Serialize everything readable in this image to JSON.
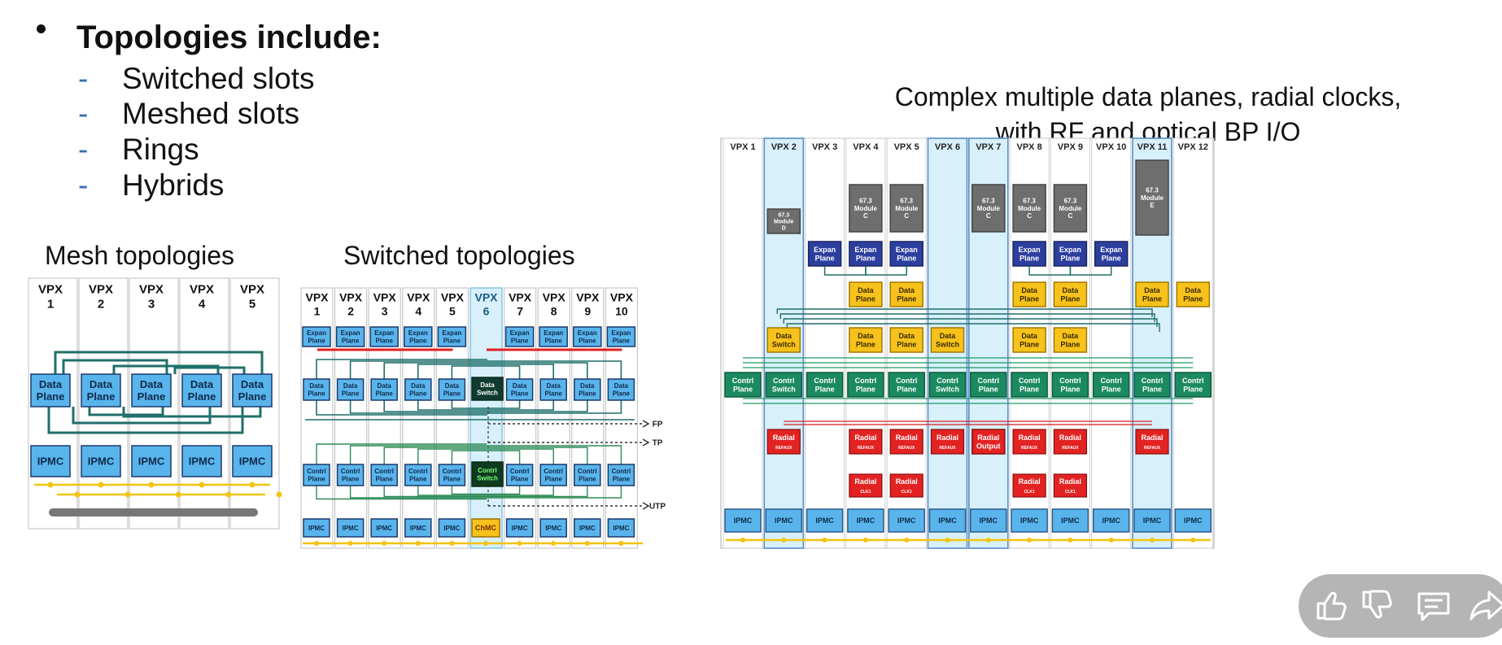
{
  "heading": "Topologies include:",
  "list": [
    {
      "dash": "-",
      "label": "Switched slots"
    },
    {
      "dash": "-",
      "label": "Meshed slots"
    },
    {
      "dash": "-",
      "label": "Rings"
    },
    {
      "dash": "-",
      "label": "Hybrids"
    }
  ],
  "mesh": {
    "title": "Mesh  topologies",
    "slots": [
      "VPX\n1",
      "VPX\n2",
      "VPX\n3",
      "VPX\n4",
      "VPX\n5"
    ],
    "data_label": "Data\nPlane",
    "ipmc_label": "IPMC"
  },
  "switched": {
    "title": "Switched  topologies",
    "slots": [
      "VPX\n1",
      "VPX\n2",
      "VPX\n3",
      "VPX\n4",
      "VPX\n5",
      "VPX\n6",
      "VPX\n7",
      "VPX\n8",
      "VPX\n9",
      "VPX\n10"
    ],
    "expan_label": "Expan\nPlane",
    "data_label": "Data\nPlane",
    "data_switch_label": "Data\nSwitch",
    "contrl_label": "Contrl\nPlane",
    "contrl_switch_label": "Contrl\nSwitch",
    "ipmc_label": "IPMC",
    "chmc_label": "ChMC",
    "io_labels": [
      "FP",
      "TP",
      "UTP"
    ]
  },
  "complex": {
    "title_line1": "Complex multiple data planes, radial clocks,",
    "title_line2": "with RF and optical BP I/O",
    "slots": [
      "VPX 1",
      "VPX 2",
      "VPX 3",
      "VPX 4",
      "VPX 5",
      "VPX 6",
      "VPX 7",
      "VPX 8",
      "VPX 9",
      "VPX 10",
      "VPX 11",
      "VPX 12"
    ],
    "module_c": "67.3\nModule\nC",
    "module_d": "67.3\nModule\nD",
    "module_e": "67.3\nModule\nE",
    "expan_label": "Expan\nPlane",
    "data_label": "Data\nPlane",
    "data_switch_label": "Data\nSwitch",
    "contrl_label": "Contrl\nPlane",
    "contrl_switch_label": "Contrl\nSwitch",
    "radial_label": "Radial",
    "radial_sub_refaux": "REFAUX",
    "radial_sub_clk": "CLK1",
    "radial_output_label": "Radial\nOutput",
    "ipmc_label": "IPMC"
  },
  "colors": {
    "plane_blue": "#5ab4ec",
    "expan_navy": "#2d3f9e",
    "data_yellow": "#f6c21b",
    "contrl_green": "#1c8a60",
    "radial_red": "#e32222",
    "module_gray": "#6e6e6e",
    "wire_teal": "#1f6f6a",
    "bus_yellow": "#f1c40f",
    "highlight": "#d8f0fb"
  },
  "overlay": {
    "like": "thumbs-up-icon",
    "dislike": "thumbs-down-icon",
    "comment": "comment-icon",
    "share": "share-icon"
  }
}
